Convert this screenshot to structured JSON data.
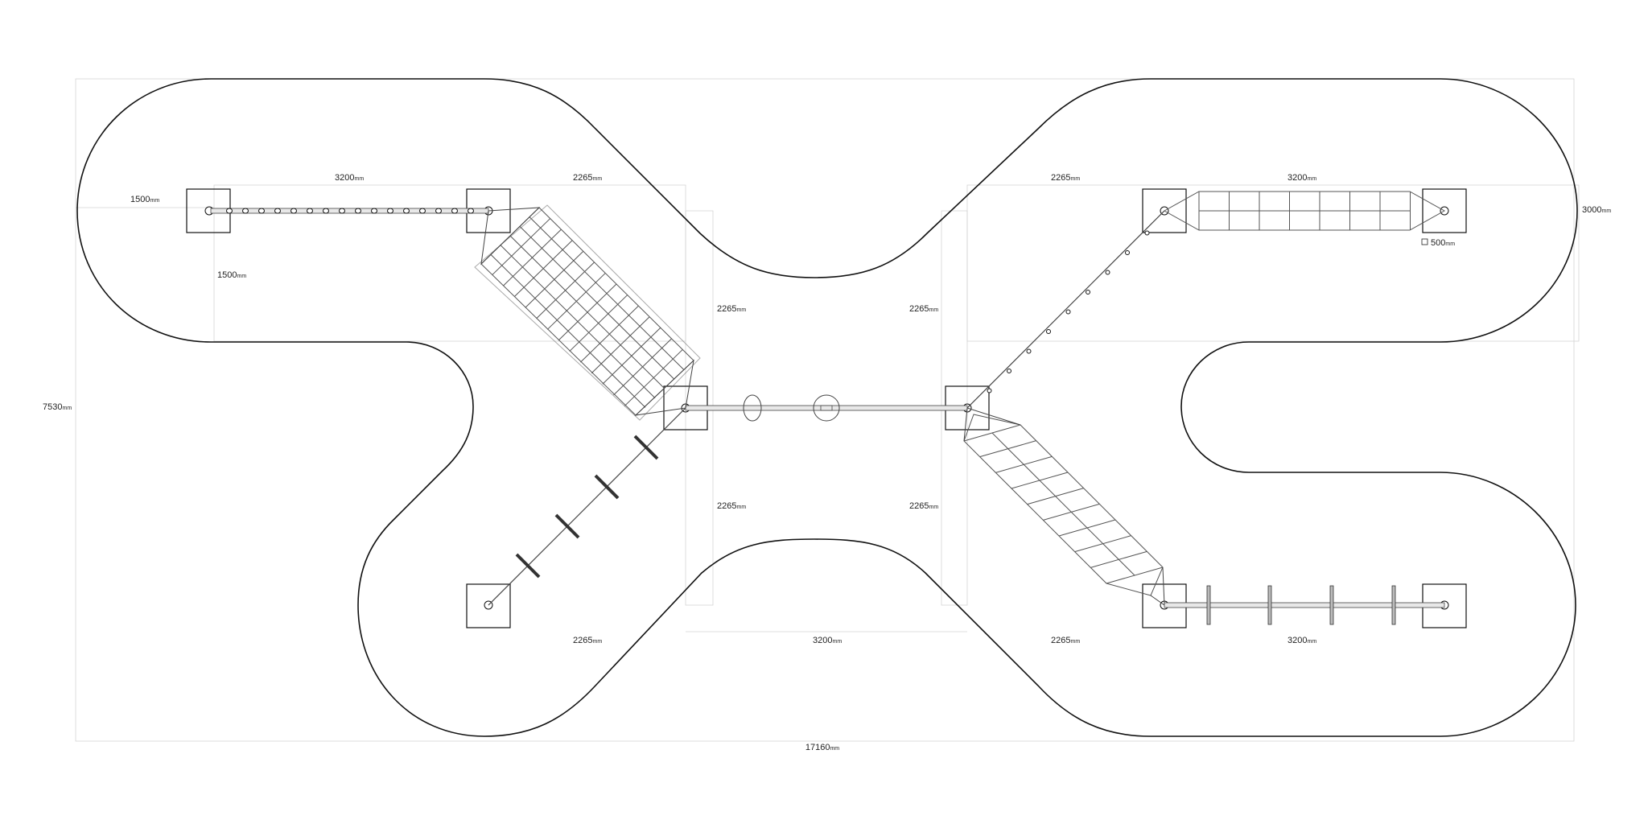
{
  "drawing": {
    "colors": {
      "line": "#111111",
      "guide": "#d4d4d4",
      "rope": "#444444"
    },
    "dimensions": {
      "overall_width": {
        "value": "17160",
        "unit": "mm"
      },
      "overall_height": {
        "value": "7530",
        "unit": "mm"
      },
      "top_left_span": {
        "value": "3200",
        "unit": "mm"
      },
      "top_left_diag": {
        "value": "2265",
        "unit": "mm"
      },
      "top_right_diag": {
        "value": "2265",
        "unit": "mm"
      },
      "top_right_span": {
        "value": "3200",
        "unit": "mm"
      },
      "right_offset": {
        "value": "3000",
        "unit": "mm"
      },
      "post_size": {
        "value": "500",
        "unit": "mm"
      },
      "left_margin_h": {
        "value": "1500",
        "unit": "mm"
      },
      "left_margin_v": {
        "value": "1500",
        "unit": "mm"
      },
      "left_upper_v": {
        "value": "2265",
        "unit": "mm"
      },
      "right_upper_v": {
        "value": "2265",
        "unit": "mm"
      },
      "left_lower_v": {
        "value": "2265",
        "unit": "mm"
      },
      "right_lower_v": {
        "value": "2265",
        "unit": "mm"
      },
      "bottom_left_diag": {
        "value": "2265",
        "unit": "mm"
      },
      "bottom_center_span": {
        "value": "3200",
        "unit": "mm"
      },
      "bottom_right_diag": {
        "value": "2265",
        "unit": "mm"
      },
      "bottom_right_span": {
        "value": "3200",
        "unit": "mm"
      }
    }
  }
}
